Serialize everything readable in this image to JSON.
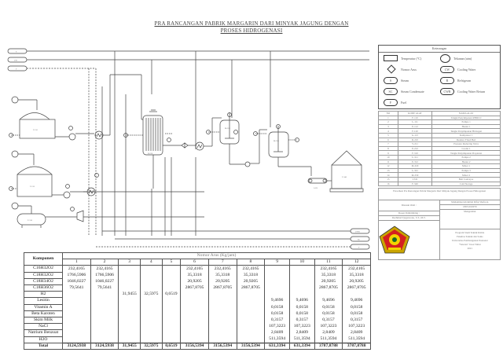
{
  "title": {
    "line1": "PRA RANCANGAN PABRIK MARGARIN DARI MINYAK JAGUNG DENGAN",
    "line2": "PROSES HIDROGENASI"
  },
  "inlet_streams": [
    "S",
    "CW",
    "F"
  ],
  "outlet_streams": [
    "CWR",
    "SC",
    "F"
  ],
  "legend": {
    "title": "Keterangan",
    "items": [
      {
        "symbol": "rect",
        "label": "Temperatur (°C)"
      },
      {
        "symbol": "circle",
        "label": "Tekanan (atm)"
      },
      {
        "symbol": "diamond",
        "label": "Nomor Arus"
      },
      {
        "symbol": "pill",
        "code": "CW",
        "label": "Cooling Water"
      },
      {
        "symbol": "pill",
        "code": "S",
        "label": "Steam"
      },
      {
        "symbol": "pill",
        "code": "R",
        "label": "Refrigeran"
      },
      {
        "symbol": "pill",
        "code": "SC",
        "label": "Steam Condensate"
      },
      {
        "symbol": "pill",
        "code": "CWR",
        "label": "Cooling Water Return"
      },
      {
        "symbol": "pill",
        "code": "F",
        "label": "Fuel"
      }
    ]
  },
  "equipment_table": {
    "headers": [
      "NO",
      "KODE ALAT",
      "NAMA ALAT"
    ],
    "rows": [
      [
        "1",
        "F-110",
        "Tangki Penyimpanan RBDCO"
      ],
      [
        "2",
        "L-111",
        "Pompa 1"
      ],
      [
        "3",
        "E-112",
        "Heater 1"
      ],
      [
        "4",
        "F-120",
        "Tangki Penyimpanan Hidrogen"
      ],
      [
        "5",
        "G-121",
        "Kompresor 1"
      ],
      [
        "6",
        "R-210",
        "Reaktor Fixed Bed"
      ],
      [
        "7",
        "V-211",
        "Pressure Reducing Valve"
      ],
      [
        "8",
        "E-212",
        "Cooler 1"
      ],
      [
        "9",
        "F-310",
        "Tangki Penyimpanan Propionat"
      ],
      [
        "10",
        "L-311",
        "Pompa 2"
      ],
      [
        "11",
        "E-312",
        "Heater 2"
      ],
      [
        "12",
        "M-320",
        "Mixer 1"
      ],
      [
        "13",
        "L-321",
        "Pompa 3"
      ],
      [
        "14",
        "M-330",
        "Mixer 2"
      ],
      [
        "15",
        "J-331",
        "Belt Conveyor"
      ],
      [
        "16",
        "F-340",
        "Cold Storage"
      ]
    ]
  },
  "info": {
    "caption": "Flowsheet Pra Rancangan Pabrik Margarin Dari Minyak Jagung Dengan Proses Hidrogenasi",
    "designed_by_label": "Disusun Oleh :",
    "designer_name": "Muhammad Abdullah Rifqi Shafwan",
    "designer_id": "18031010079",
    "advisor_label": "Dosen Pembimbing :",
    "advisor_name": "Rachmad Tjagarwono, S.T., M.T.",
    "approval_label": "Mengetahui",
    "institution": [
      "Program Studi Teknik Kimia",
      "Fakultas Teknik dan Sains",
      "Universitas Pembangunan Nasional",
      "\"Veteran\" Jawa Timur",
      "2021"
    ]
  },
  "pfd_labels": {
    "tank1": "F-110",
    "pump1": "L-111",
    "heater1": "E-112",
    "tank2": "F-120",
    "compressor": "G-121",
    "reactor": "R-210",
    "valve": "V-211",
    "cooler": "E-212",
    "tank3": "F-310",
    "pump2": "L-311",
    "heater2": "E-312",
    "mixer1": "M-320",
    "pump3": "L-321",
    "mixer2": "M-330",
    "conveyor": "J-331",
    "storage": "F-340",
    "h2_source": "Gas Hidrogen",
    "rbdco_source": "RBDCO"
  },
  "mass_balance": {
    "component_header": "Komponen",
    "group_header": "Nomor Arus (Kg/jam)",
    "streams": [
      "1",
      "2",
      "3",
      "4",
      "5",
      "6",
      "7",
      "8",
      "9",
      "10",
      "11",
      "12"
    ],
    "rows": [
      {
        "name": "C16H32O2",
        "values": [
          "232,4165",
          "232,4165",
          "",
          "",
          "",
          "232,4165",
          "232,4165",
          "232,4165",
          "",
          "",
          "232,4165",
          "232,4165"
        ]
      },
      {
        "name": "C18H32O2",
        "values": [
          "1766,5906",
          "1766,5906",
          "",
          "",
          "",
          "35,3318",
          "35,3318",
          "35,3318",
          "",
          "",
          "35,3318",
          "35,3318"
        ]
      },
      {
        "name": "C18H34O2",
        "values": [
          "1046,0227",
          "1046,0227",
          "",
          "",
          "",
          "20,9205",
          "20,9205",
          "20,9205",
          "",
          "",
          "20,9205",
          "20,9205"
        ]
      },
      {
        "name": "C18H36O2",
        "values": [
          "79,5641",
          "79,5641",
          "",
          "",
          "",
          "2867,8705",
          "2867,8705",
          "2867,8705",
          "",
          "",
          "2867,8705",
          "2867,8705"
        ]
      },
      {
        "name": "H2",
        "values": [
          "",
          "",
          "31,9455",
          "32,5975",
          "0,6519",
          "",
          "",
          "",
          "",
          "",
          "",
          ""
        ]
      },
      {
        "name": "Lesitin",
        "values": [
          "",
          "",
          "",
          "",
          "",
          "",
          "",
          "",
          "9,4696",
          "9,4696",
          "9,4696",
          "9,4696"
        ]
      },
      {
        "name": "Vitamin A",
        "values": [
          "",
          "",
          "",
          "",
          "",
          "",
          "",
          "",
          "0,0158",
          "0,0158",
          "0,0158",
          "0,0158"
        ]
      },
      {
        "name": "Beta Karoten",
        "values": [
          "",
          "",
          "",
          "",
          "",
          "",
          "",
          "",
          "0,0158",
          "0,0158",
          "0,0158",
          "0,0158"
        ]
      },
      {
        "name": "Skim Milk",
        "values": [
          "",
          "",
          "",
          "",
          "",
          "",
          "",
          "",
          "0,3157",
          "0,3157",
          "0,3157",
          "0,3157"
        ]
      },
      {
        "name": "NaCl",
        "values": [
          "",
          "",
          "",
          "",
          "",
          "",
          "",
          "",
          "107,3223",
          "107,3223",
          "107,3223",
          "107,3223"
        ]
      },
      {
        "name": "Natrium Benzoat",
        "values": [
          "",
          "",
          "",
          "",
          "",
          "",
          "",
          "",
          "2,8409",
          "2,8409",
          "2,8409",
          "2,8409"
        ]
      },
      {
        "name": "H2O",
        "values": [
          "",
          "",
          "",
          "",
          "",
          "",
          "",
          "",
          "511,3594",
          "511,3594",
          "511,3594",
          "511,3594"
        ]
      }
    ],
    "total_label": "Total",
    "totals": [
      "3124,5938",
      "3124,5938",
      "31,9455",
      "32,5975",
      "0,6519",
      "3156,5394",
      "3156,5394",
      "3156,5394",
      "631,3394",
      "631,3394",
      "3787,8788",
      "3787,8788"
    ]
  }
}
